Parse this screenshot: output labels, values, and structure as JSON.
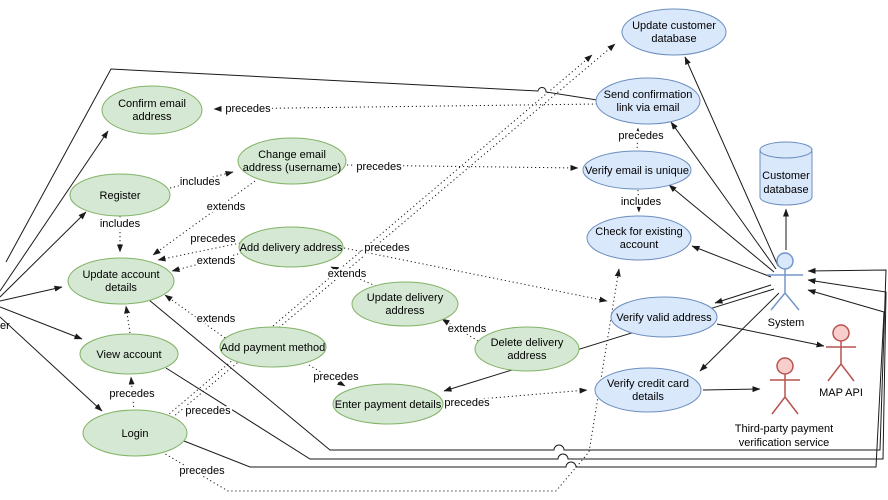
{
  "colors": {
    "green_fill": "#d5e8d4",
    "green_stroke": "#82b366",
    "blue_fill": "#dae8fc",
    "blue_stroke": "#6c8ebf",
    "red_actor_stroke": "#b85450",
    "red_actor_fill": "#f8cecc",
    "system_actor_stroke": "#7596c9",
    "line_color": "#1a1a1a"
  },
  "labels": {
    "includes": "includes",
    "extends": "extends",
    "precedes": "precedes"
  },
  "actors": {
    "system": "System",
    "map_api": "MAP API",
    "third_party": [
      "Third-party payment",
      "verification service"
    ],
    "left_actor_fragment": "er"
  },
  "database": [
    "Customer",
    "database"
  ],
  "usecases": {
    "confirm_email": [
      "Confirm email",
      "address"
    ],
    "register": [
      "Register"
    ],
    "change_email": [
      "Change email",
      "address (username)"
    ],
    "update_account": [
      "Update account",
      "details"
    ],
    "add_delivery": [
      "Add delivery address"
    ],
    "update_delivery": [
      "Update delivery",
      "address"
    ],
    "view_account": [
      "View account"
    ],
    "add_payment": [
      "Add payment method"
    ],
    "delete_delivery": [
      "Delete delivery",
      "address"
    ],
    "enter_payment": [
      "Enter payment details"
    ],
    "login": [
      "Login"
    ],
    "update_customer_db": [
      "Update customer",
      "database"
    ],
    "send_confirmation": [
      "Send confirmation",
      "link via email"
    ],
    "verify_email": [
      "Verify email is unique"
    ],
    "check_existing": [
      "Check for existing",
      "account"
    ],
    "verify_address": [
      "Verify valid address"
    ],
    "verify_credit": [
      "Verify credit card",
      "details"
    ]
  }
}
